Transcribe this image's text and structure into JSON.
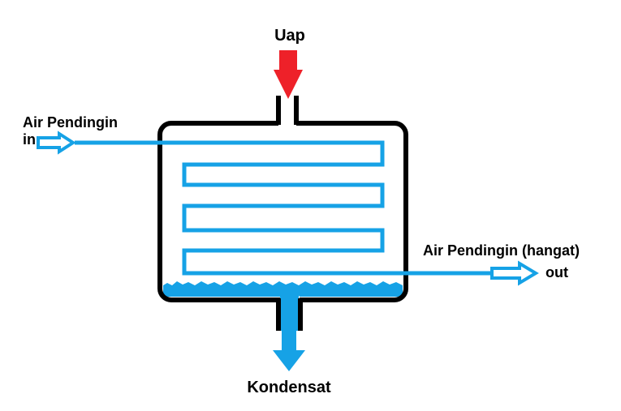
{
  "labels": {
    "steam_in": "Uap",
    "coolant_in_line1": "Air Pendingin",
    "coolant_in_line2": "in",
    "coolant_out_line1": "Air Pendingin (hangat)",
    "coolant_out_line2": "out",
    "condensate_out": "Kondensat"
  },
  "colors": {
    "vessel": "#000000",
    "coolant": "#16a2e6",
    "steam": "#ee2129",
    "condensate": "#16a2e6"
  }
}
